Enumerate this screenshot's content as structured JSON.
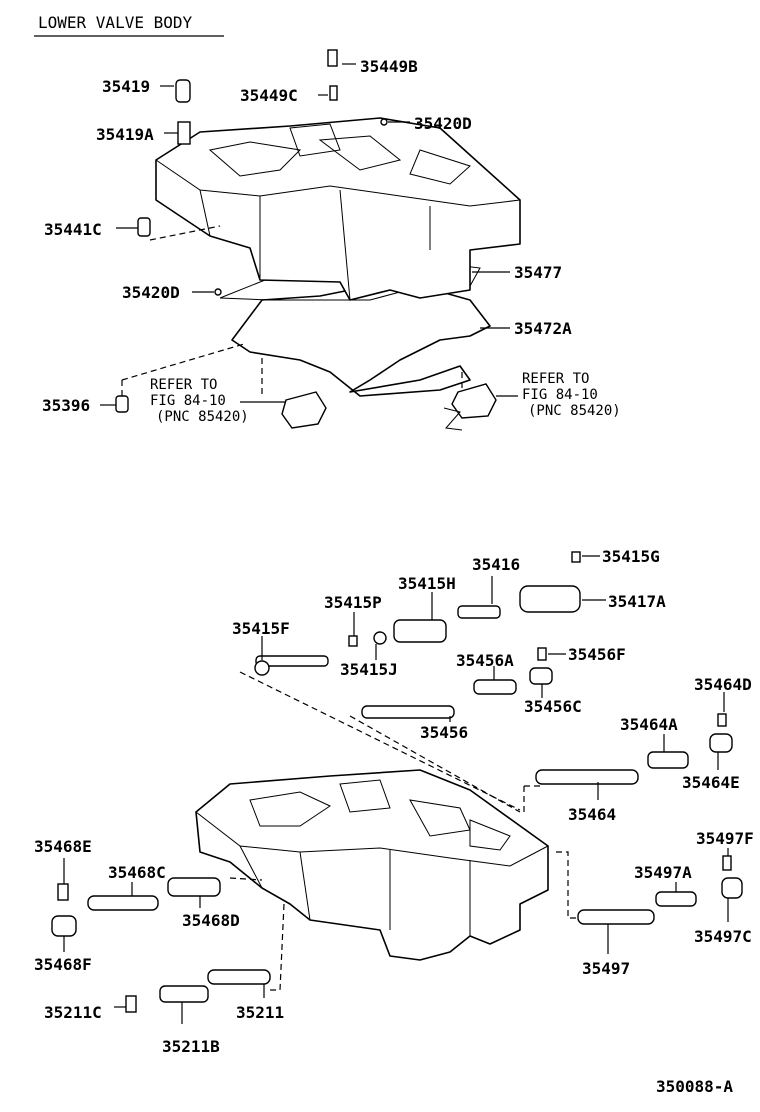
{
  "title": "LOWER VALVE BODY",
  "drawing_number": "350088-A",
  "notes": {
    "refer_left": [
      "REFER TO",
      "FIG 84-10",
      "(PNC 85420)"
    ],
    "refer_right": [
      "REFER TO",
      "FIG 84-10",
      "(PNC 85420)"
    ]
  },
  "labels": {
    "p35449B": "35449B",
    "p35419": "35419",
    "p35449C": "35449C",
    "p35420D_top": "35420D",
    "p35419A": "35419A",
    "p35441C": "35441C",
    "p35477": "35477",
    "p35420D_mid": "35420D",
    "p35472A": "35472A",
    "p35396": "35396",
    "p35416": "35416",
    "p35415G": "35415G",
    "p35415H": "35415H",
    "p35415P": "35415P",
    "p35417A": "35417A",
    "p35415F": "35415F",
    "p35415J": "35415J",
    "p35456A": "35456A",
    "p35456F": "35456F",
    "p35464D": "35464D",
    "p35456C": "35456C",
    "p35456": "35456",
    "p35464A": "35464A",
    "p35464E": "35464E",
    "p35464": "35464",
    "p35468E": "35468E",
    "p35497F": "35497F",
    "p35468C": "35468C",
    "p35497A": "35497A",
    "p35468D": "35468D",
    "p35497C": "35497C",
    "p35468F": "35468F",
    "p35497": "35497",
    "p35211C": "35211C",
    "p35211": "35211",
    "p35211B": "35211B"
  }
}
